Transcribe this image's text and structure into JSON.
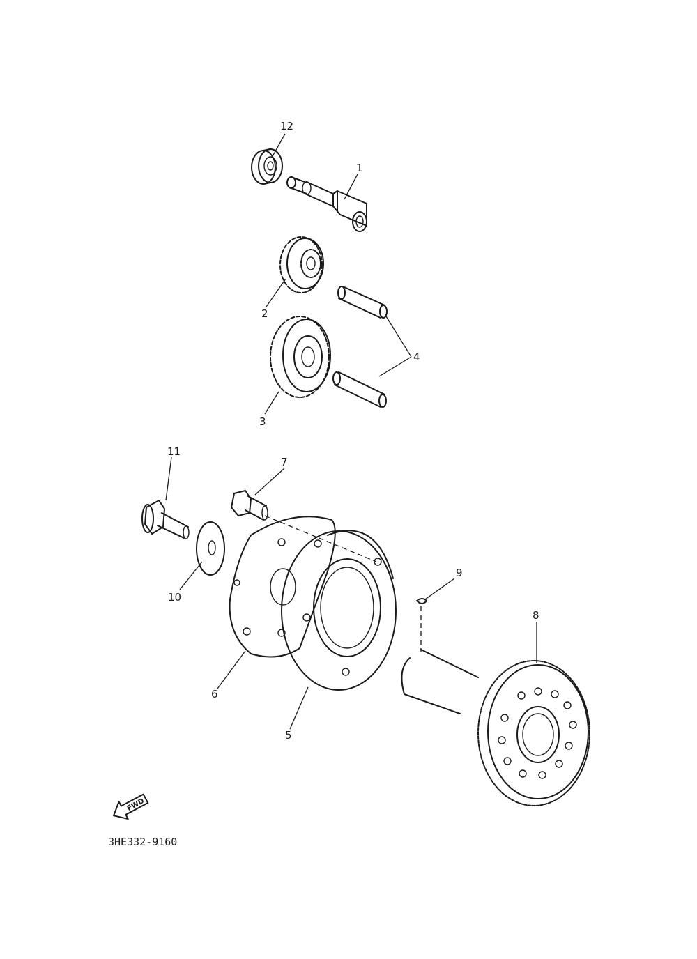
{
  "diagram_code": "3HE332-9160",
  "forward_marker": "FWD",
  "callouts": [
    {
      "id": "12",
      "label": "12"
    },
    {
      "id": "1",
      "label": "1"
    },
    {
      "id": "2",
      "label": "2"
    },
    {
      "id": "3",
      "label": "3"
    },
    {
      "id": "4",
      "label": "4"
    },
    {
      "id": "11",
      "label": "11"
    },
    {
      "id": "7",
      "label": "7"
    },
    {
      "id": "10",
      "label": "10"
    },
    {
      "id": "9",
      "label": "9"
    },
    {
      "id": "8",
      "label": "8"
    },
    {
      "id": "6",
      "label": "6"
    },
    {
      "id": "5",
      "label": "5"
    }
  ]
}
